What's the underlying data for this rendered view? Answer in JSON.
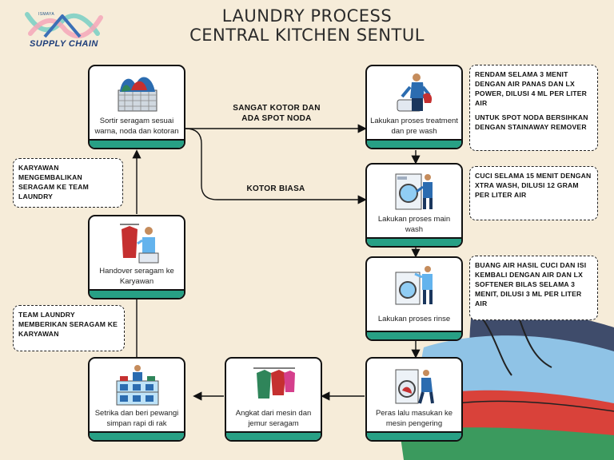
{
  "logo": {
    "small_text": "ISMAYA",
    "text": "SUPPLY CHAIN"
  },
  "title": {
    "line1": "LAUNDRY PROCESS",
    "line2": "CENTRAL KITCHEN SENTUL"
  },
  "steps": {
    "sortir": "Sortir seragam sesuai warna, noda dan kotoran",
    "treatment": "Lakukan proses treatment dan pre wash",
    "main_wash": "Lakukan proses main wash",
    "rinse": "Lakukan proses rinse",
    "peras": "Peras lalu masukan ke mesin pengering",
    "angkat": "Angkat dari mesin dan jemur seragam",
    "setrika": "Setrika dan beri pewangi simpan rapi di rak",
    "handover": "Handover seragam ke Karyawan"
  },
  "edge_labels": {
    "sangat_kotor": "SANGAT KOTOR DAN ADA SPOT NODA",
    "kotor_biasa": "KOTOR BIASA"
  },
  "notes": {
    "treatment_1": "RENDAM SELAMA 3 MENIT DENGAN AIR PANAS DAN LX POWER, DILUSI 4 ML PER LITER AIR",
    "treatment_2": "UNTUK SPOT NODA BERSIHKAN DENGAN STAINAWAY REMOVER",
    "main_wash": "CUCI SELAMA 15 MENIT DENGAN XTRA WASH, DILUSI 12 GRAM PER LITER AIR",
    "rinse": "BUANG AIR HASIL CUCI DAN ISI KEMBALI DENGAN AIR DAN LX SOFTENER BILAS SELAMA 3 MENIT, DILUSI 3 ML PER LITER AIR",
    "karyawan_return": "KARYAWAN MENGEMBALIKAN SERAGAM KE TEAM LAUNDRY",
    "team_give": "TEAM LAUNDRY MEMBERIKAN SERAGAM KE KARYAWAN"
  },
  "colors": {
    "accent": "#27a085",
    "background": "#f6ecd9",
    "logo_blue": "#1d3d7a"
  }
}
